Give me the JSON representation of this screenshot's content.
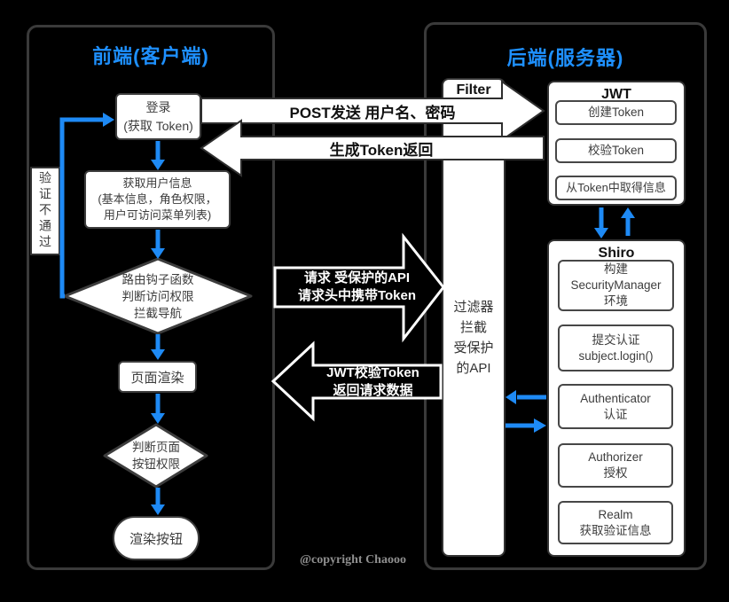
{
  "left_panel": {
    "title": "前端(客户端)",
    "nodes": {
      "login": [
        "登录",
        "(获取 Token)"
      ],
      "user_info": [
        "获取用户信息",
        "(基本信息，角色权限，",
        "用户可访问菜单列表)"
      ],
      "route_guard": [
        "路由钩子函数",
        "判断访问权限",
        "拦截导航"
      ],
      "page_render": "页面渲染",
      "button_check": [
        "判断页面",
        "按钮权限"
      ],
      "render_button": "渲染按钮",
      "verify_fail": "验证不通过"
    }
  },
  "right_panel": {
    "title": "后端(服务器)",
    "jwt": {
      "title": "JWT",
      "items": [
        "创建Token",
        "校验Token",
        "从Token中取得信息"
      ]
    },
    "shiro": {
      "title": "Shiro",
      "items": [
        [
          "构建",
          "SecurityManager",
          "环境"
        ],
        [
          "提交认证",
          "subject.login()"
        ],
        [
          "Authenticator",
          "认证"
        ],
        [
          "Authorizer",
          "授权"
        ],
        [
          "Realm",
          "获取验证信息"
        ]
      ]
    }
  },
  "filter": {
    "label": "Filter",
    "body": [
      "过滤器",
      "拦截",
      "受保护",
      "的API"
    ]
  },
  "arrows": {
    "post_send": "POST发送 用户名、密码",
    "token_return": "生成Token返回",
    "request_api": [
      "请求 受保护的API",
      "请求头中携带Token"
    ],
    "jwt_verify": [
      "JWT校验Token",
      "返回请求数据"
    ]
  },
  "footer": {
    "copyright": "@copyright Chaooo"
  },
  "colors": {
    "background": "#000000",
    "accent_blue": "#1e8af5",
    "title_blue": "#1e90ff",
    "panel_border": "#3a3a3a",
    "box_fill": "#ffffff",
    "box_border": "#3d3d3d",
    "copyright_gray": "#8f8f8f"
  }
}
